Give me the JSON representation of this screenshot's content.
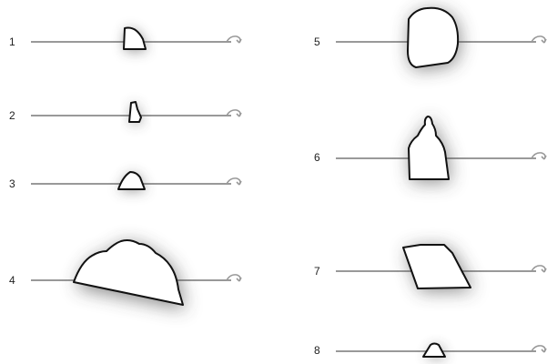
{
  "rows": [
    {
      "number": "1"
    },
    {
      "number": "2"
    },
    {
      "number": "3"
    },
    {
      "number": "4"
    },
    {
      "number": "5"
    },
    {
      "number": "6"
    },
    {
      "number": "7"
    },
    {
      "number": "8"
    }
  ],
  "colors": {
    "line": "#999999",
    "outline": "#111111",
    "fill": "#ffffff",
    "shadow": "#3a3a3a",
    "label": "#222222"
  }
}
